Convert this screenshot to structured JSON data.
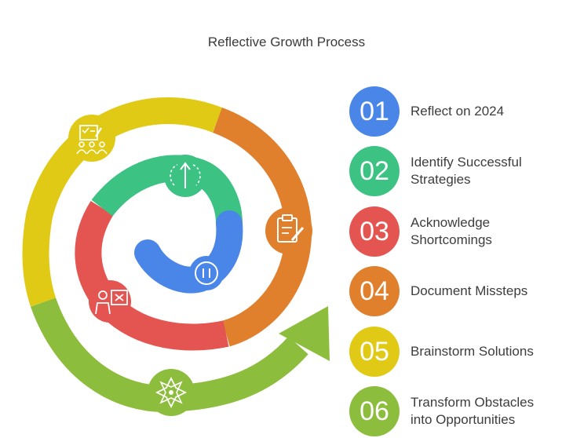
{
  "title": "Reflective Growth Process",
  "colors": {
    "blue": "#4a86e8",
    "green": "#3cc283",
    "red": "#e45552",
    "orange": "#e07f2c",
    "yellow": "#e0ca15",
    "lime": "#8dbd3c"
  },
  "steps": [
    {
      "number": "01",
      "label": "Reflect on 2024",
      "color": "#4a86e8",
      "icon": "pause-icon"
    },
    {
      "number": "02",
      "label": "Identify Successful\nStrategies",
      "color": "#3cc283",
      "icon": "growth-arrow-icon"
    },
    {
      "number": "03",
      "label": "Acknowledge\nShortcomings",
      "color": "#e45552",
      "icon": "person-cross-icon"
    },
    {
      "number": "04",
      "label": "Document Missteps",
      "color": "#e07f2c",
      "icon": "clipboard-pen-icon"
    },
    {
      "number": "05",
      "label": "Brainstorm Solutions",
      "color": "#e0ca15",
      "icon": "team-checklist-icon"
    },
    {
      "number": "06",
      "label": "Transform Obstacles\ninto Opportunities",
      "color": "#8dbd3c",
      "icon": "compass-star-icon"
    }
  ]
}
